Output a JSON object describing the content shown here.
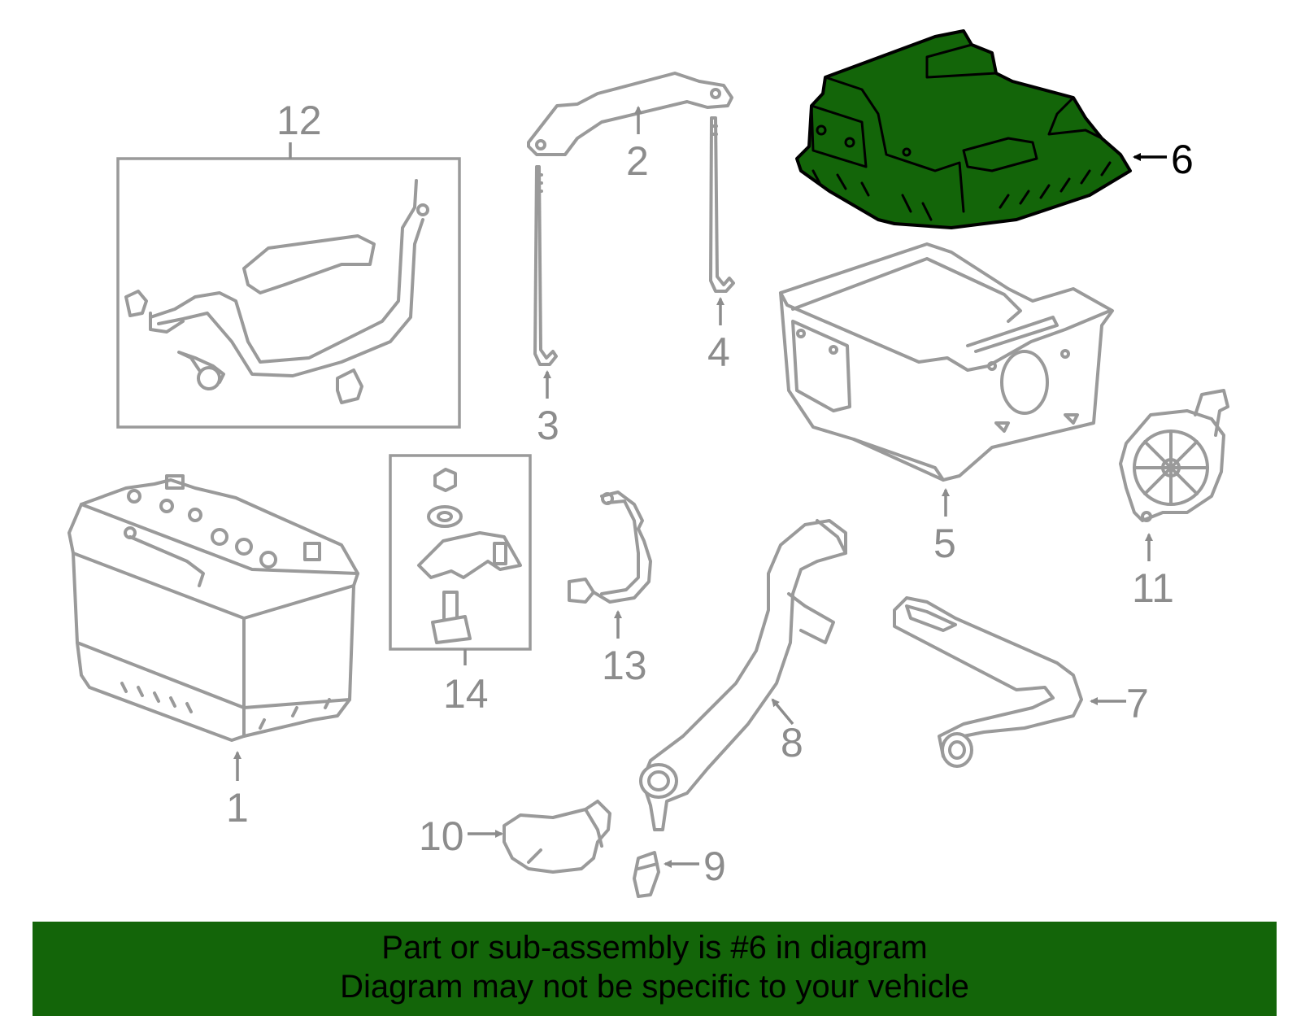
{
  "diagram": {
    "highlighted_part": "6",
    "callouts": [
      "1",
      "2",
      "3",
      "4",
      "5",
      "6",
      "7",
      "8",
      "9",
      "10",
      "11",
      "12",
      "13",
      "14"
    ]
  },
  "colors": {
    "highlight": "#136509",
    "parts": "#9a9a9a",
    "banner": "#136509"
  },
  "banner": {
    "line1": "Part or sub-assembly is #6 in diagram",
    "line2": "Diagram may not be specific to your vehicle"
  }
}
